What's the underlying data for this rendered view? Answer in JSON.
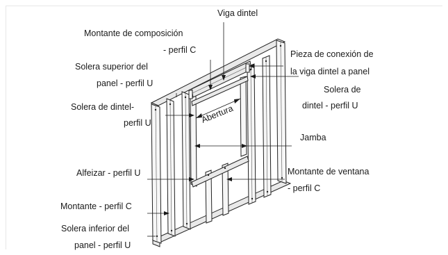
{
  "labels": {
    "viga_dintel": "Viga dintel",
    "montante_composicion_1": "Montante de composición",
    "montante_composicion_2": "- perfil C",
    "pieza_conexion_1": "Pieza de conexión de",
    "pieza_conexion_2": "la viga dintel a panel",
    "solera_superior_1": "Solera superior del",
    "solera_superior_2": "panel - perfil U",
    "solera_dintel_right_1": "Solera de",
    "solera_dintel_right_2": "dintel - perfil U",
    "solera_dintel_left_1": "Solera de dintel-",
    "solera_dintel_left_2": "perfil U",
    "abertura": "Abertura",
    "jamba": "Jamba",
    "alfeizar": "Alfeizar - perfil U",
    "montante_ventana_1": "Montante de ventana",
    "montante_ventana_2": "- perfil C",
    "montante": "Montante - perfil C",
    "solera_inferior_1": "Solera inferior del",
    "solera_inferior_2": "panel - perfil U"
  },
  "colors": {
    "line": "#1a1a1a",
    "stud_fill": "#f7f7f7",
    "track_fill": "#e9e9e9"
  }
}
